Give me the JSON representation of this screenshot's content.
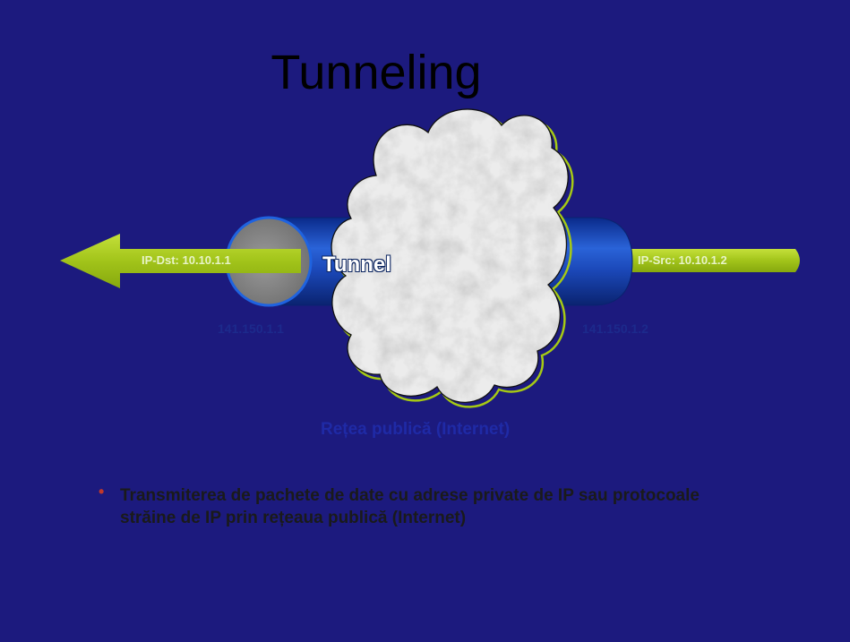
{
  "title": "Tunneling",
  "diagram": {
    "tunnel_label": "Tunnel",
    "left_packet": "IP-Dst: 10.10.1.1",
    "right_packet": "IP-Src: 10.10.1.2",
    "left_endpoint_ip": "141.150.1.1",
    "right_endpoint_ip": "141.150.1.2",
    "network_caption": "Rețea publică (Internet)",
    "colors": {
      "frame": "#1c1a7e",
      "tunnel": "#1f4fb8",
      "arrow": "#a6c914",
      "cloud": "#e6e6e6",
      "tunnel_opening": "#8a8a8a"
    }
  },
  "bullets": [
    {
      "text": "Transmiterea de pachete de date cu adrese private de IP sau protocoale străine de IP prin rețeaua publică (Internet)"
    }
  ]
}
